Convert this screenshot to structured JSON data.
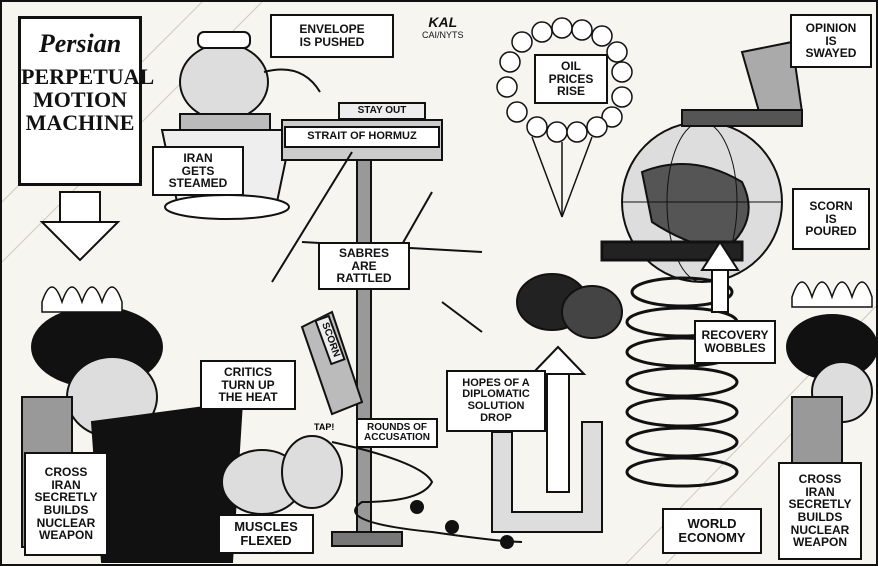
{
  "cartoon": {
    "title_line1": "Persian",
    "title_line2": "PERPETUAL\nMOTION\nMACHINE",
    "credit_signature": "KAL",
    "credit_agency": "CAI/NYTS",
    "labels": {
      "envelope_pushed": "ENVELOPE\nIS PUSHED",
      "stay_out": "STAY OUT",
      "strait_of_hormuz": "STRAIT of HORMUZ",
      "oil_prices_rise": "OIL\nPRICES\nRISE",
      "opinion_swayed": "OPINION\nIS\nSWAYED",
      "iran_gets_steamed": "IRAN\nGETS\nSTEAMED",
      "sabres_rattled": "SABRES\nARE\nRATTLED",
      "scorn_poured": "SCORN\nIS\nPOURED",
      "recovery_wobbles": "RECOVERY\nWOBBLES",
      "critics_heat": "CRITICS\nTURN UP\nTHE HEAT",
      "hopes_diplomatic": "HOPES OF A\nDIPLOMATIC\nSOLUTION\nDROP",
      "rounds_accusation": "ROUNDS OF\nACCUSATION",
      "cross_left": "CROSS\nIRAN\nSECRETLY\nBUILDS\nNUCLEAR\nWEAPON",
      "cross_right": "CROSS\nIRAN\nSECRETLY\nBUILDS\nNUCLEAR\nWEAPON",
      "muscles_flexed": "MUSCLES\nFLEXED",
      "world_economy": "WORLD\nECONOMY",
      "scorn_can": "SCORN",
      "tap": "TAP!"
    }
  }
}
